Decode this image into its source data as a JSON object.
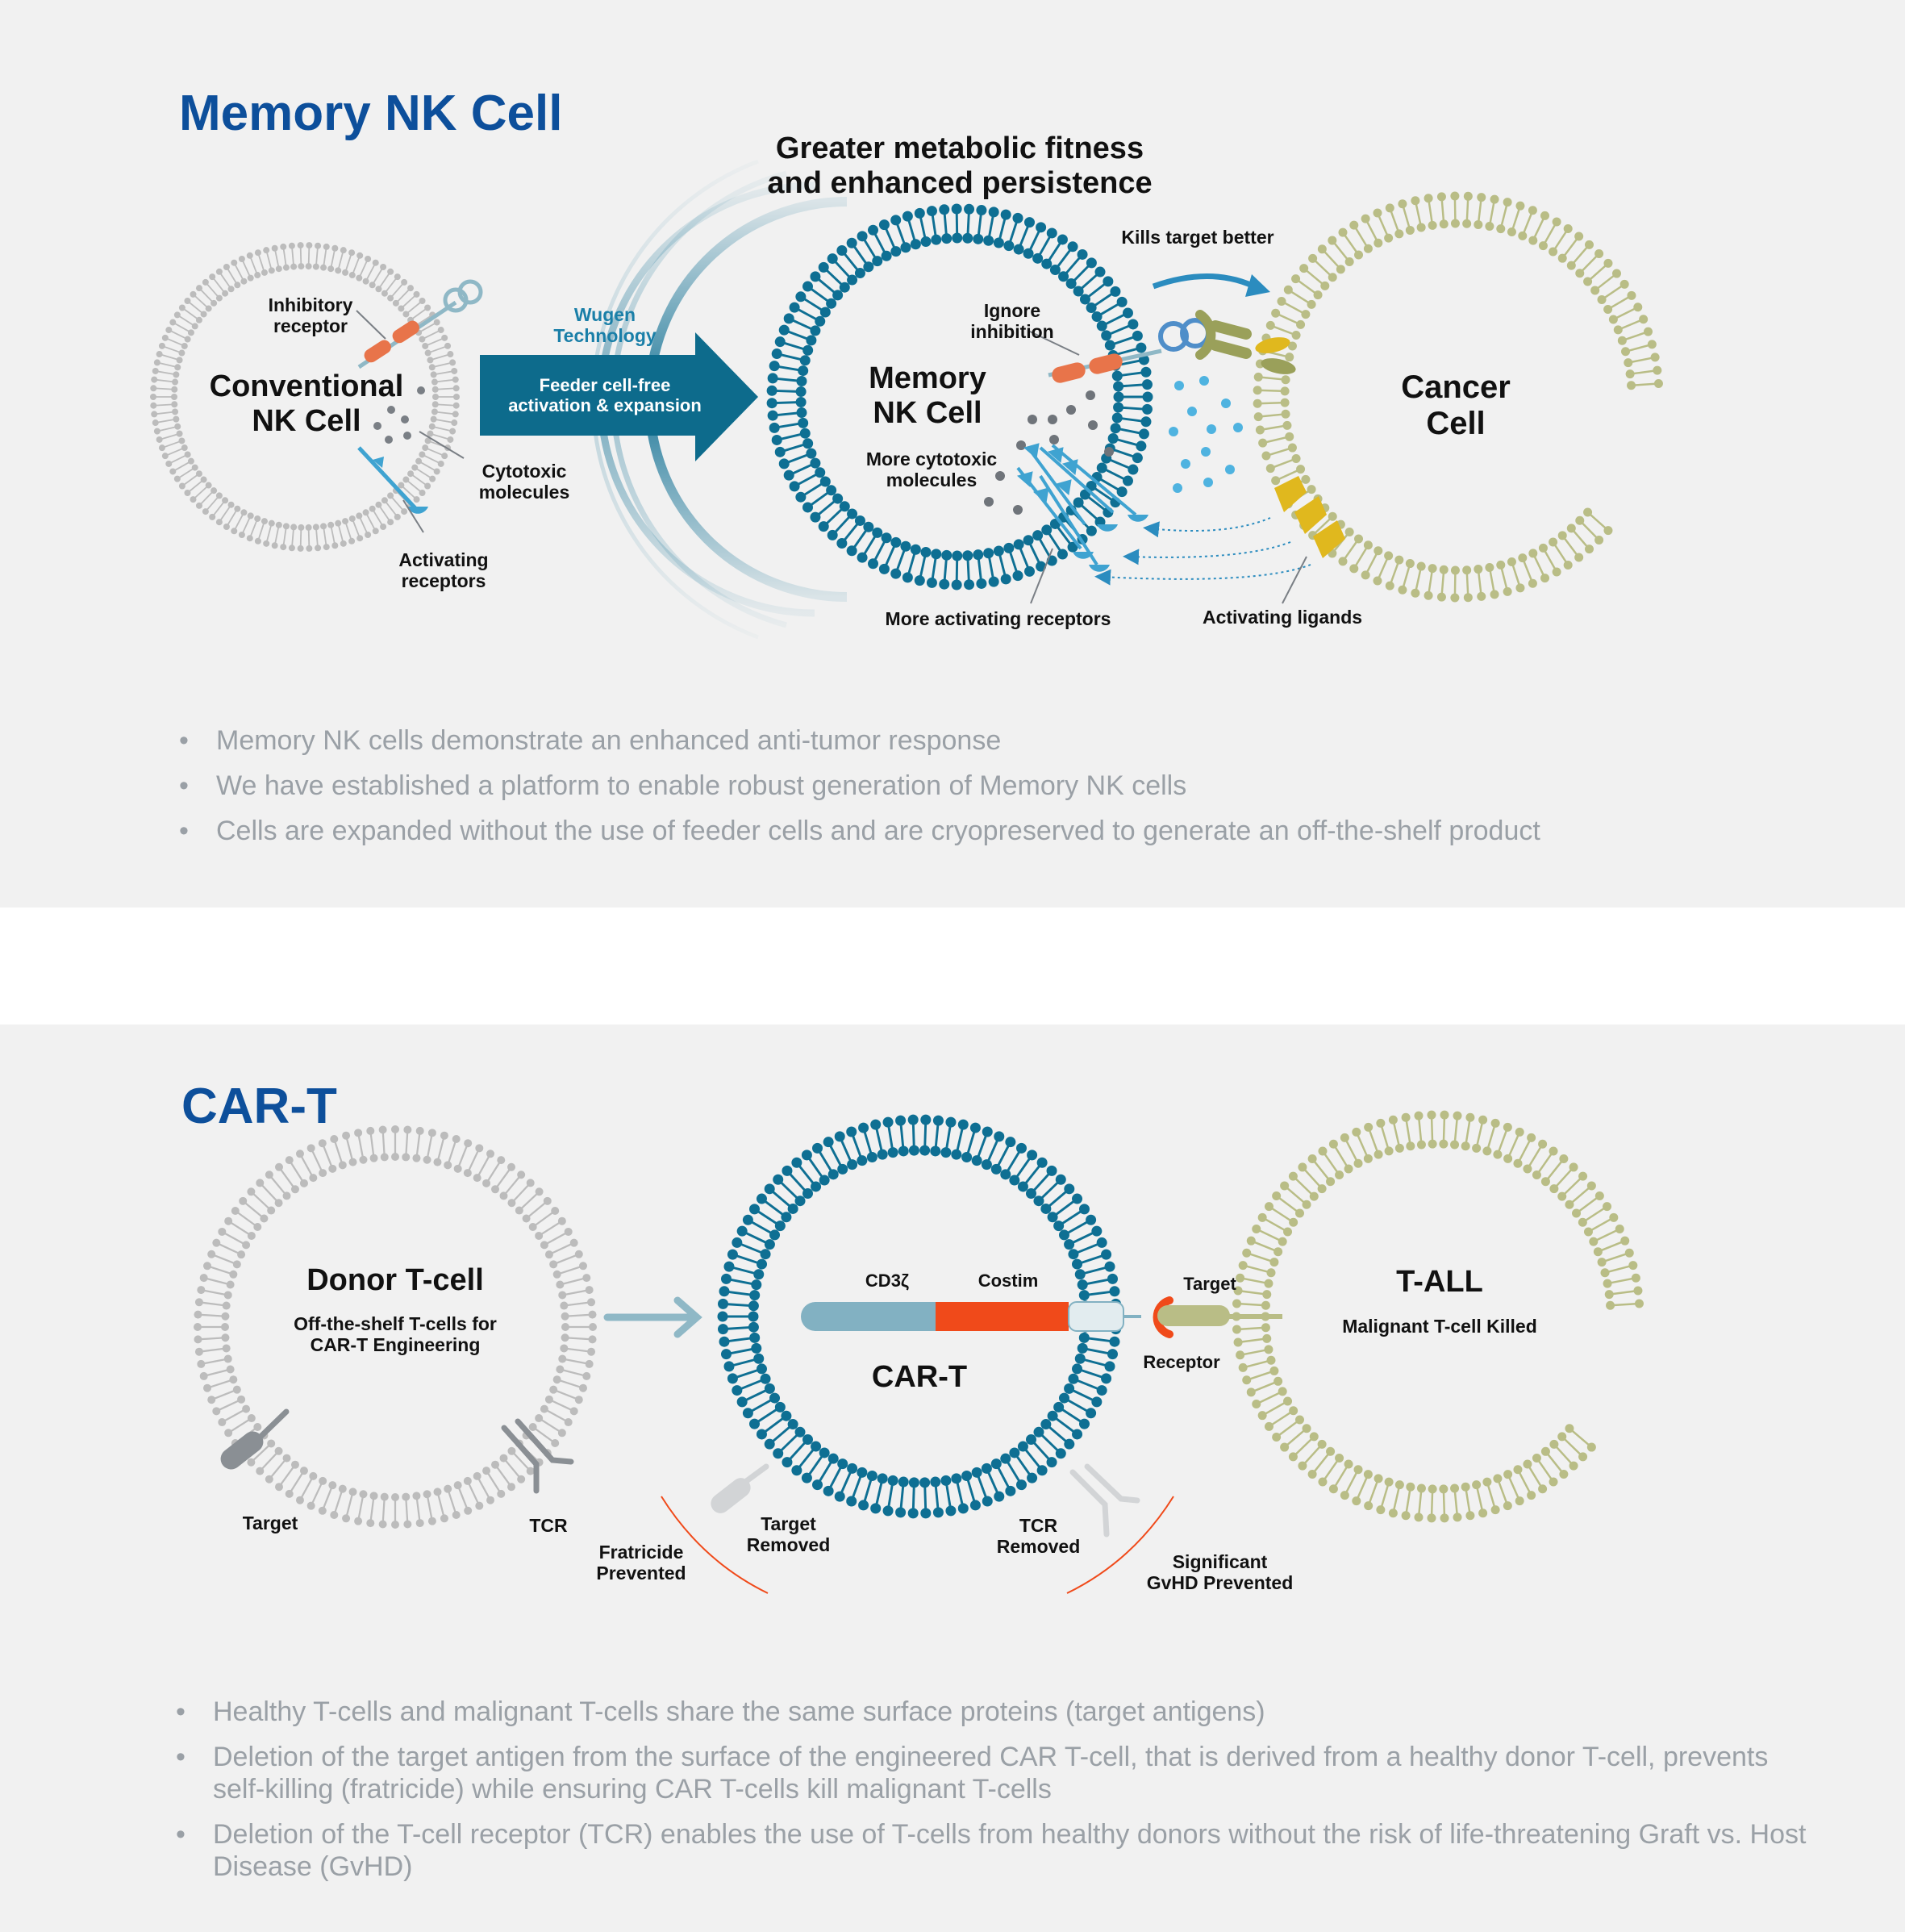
{
  "memory_nk": {
    "title": "Memory NK Cell",
    "conventional_label": "Conventional\nNK Cell",
    "inhibitory_receptor": "Inhibitory\nreceptor",
    "cytotoxic_molecules": "Cytotoxic\nmolecules",
    "activating_receptors": "Activating\nreceptors",
    "wugen_technology": "Wugen\nTechnology",
    "arrow_text": "Feeder cell-free\nactivation & expansion",
    "fitness_heading": "Greater metabolic fitness\nand enhanced persistence",
    "memory_label": "Memory\nNK Cell",
    "ignore_inhibition": "Ignore\ninhibition",
    "more_cytotoxic": "More cytotoxic\nmolecules",
    "kills_target": "Kills target better",
    "cancer_label": "Cancer\nCell",
    "more_activating": "More activating receptors",
    "activating_ligands": "Activating ligands",
    "bullets": [
      "Memory NK cells demonstrate an enhanced anti-tumor response",
      "We have established a platform to enable robust generation of Memory NK cells",
      "Cells are expanded without the use of feeder cells and are cryopreserved to generate an off-the-shelf product"
    ]
  },
  "car_t": {
    "title": "CAR-T",
    "donor_label": "Donor T-cell",
    "donor_sub": "Off-the-shelf T-cells for\nCAR-T Engineering",
    "target": "Target",
    "tcr": "TCR",
    "cd3z": "CD3ζ",
    "costim": "Costim",
    "cart_label": "CAR-T",
    "receptor_target": "Target",
    "receptor": "Receptor",
    "tall_label": "T-ALL",
    "tall_sub": "Malignant T-cell Killed",
    "fratricide": "Fratricide\nPrevented",
    "target_removed": "Target\nRemoved",
    "tcr_removed": "TCR\nRemoved",
    "gvhd": "Significant\nGvHD Prevented",
    "bullets": [
      "Healthy T-cells and malignant T-cells share the same surface proteins (target antigens)",
      "Deletion of the target antigen from the surface of the engineered CAR T-cell, that is derived from a healthy donor T-cell, prevents self-killing (fratricide) while ensuring CAR T-cells kill malignant T-cells",
      "Deletion of the T-cell receptor (TCR) enables the use of T-cells from healthy donors without the risk of life-threatening Graft vs. Host Disease (GvHD)"
    ]
  },
  "colors": {
    "title_blue": "#0d4f9b",
    "teal": "#0e6f93",
    "arrow_teal": "#0d6b8c",
    "grey_membrane": "#bcbcbc",
    "olive_membrane": "#b9bd86",
    "orange": "#f04a1a",
    "light_blue": "#3fa3d1",
    "yellow": "#e0b81e",
    "bullet_grey": "#9aa0a6"
  },
  "icons": [
    "receptor-icon",
    "arrow-icon",
    "ligand-icon",
    "antibody-icon"
  ]
}
